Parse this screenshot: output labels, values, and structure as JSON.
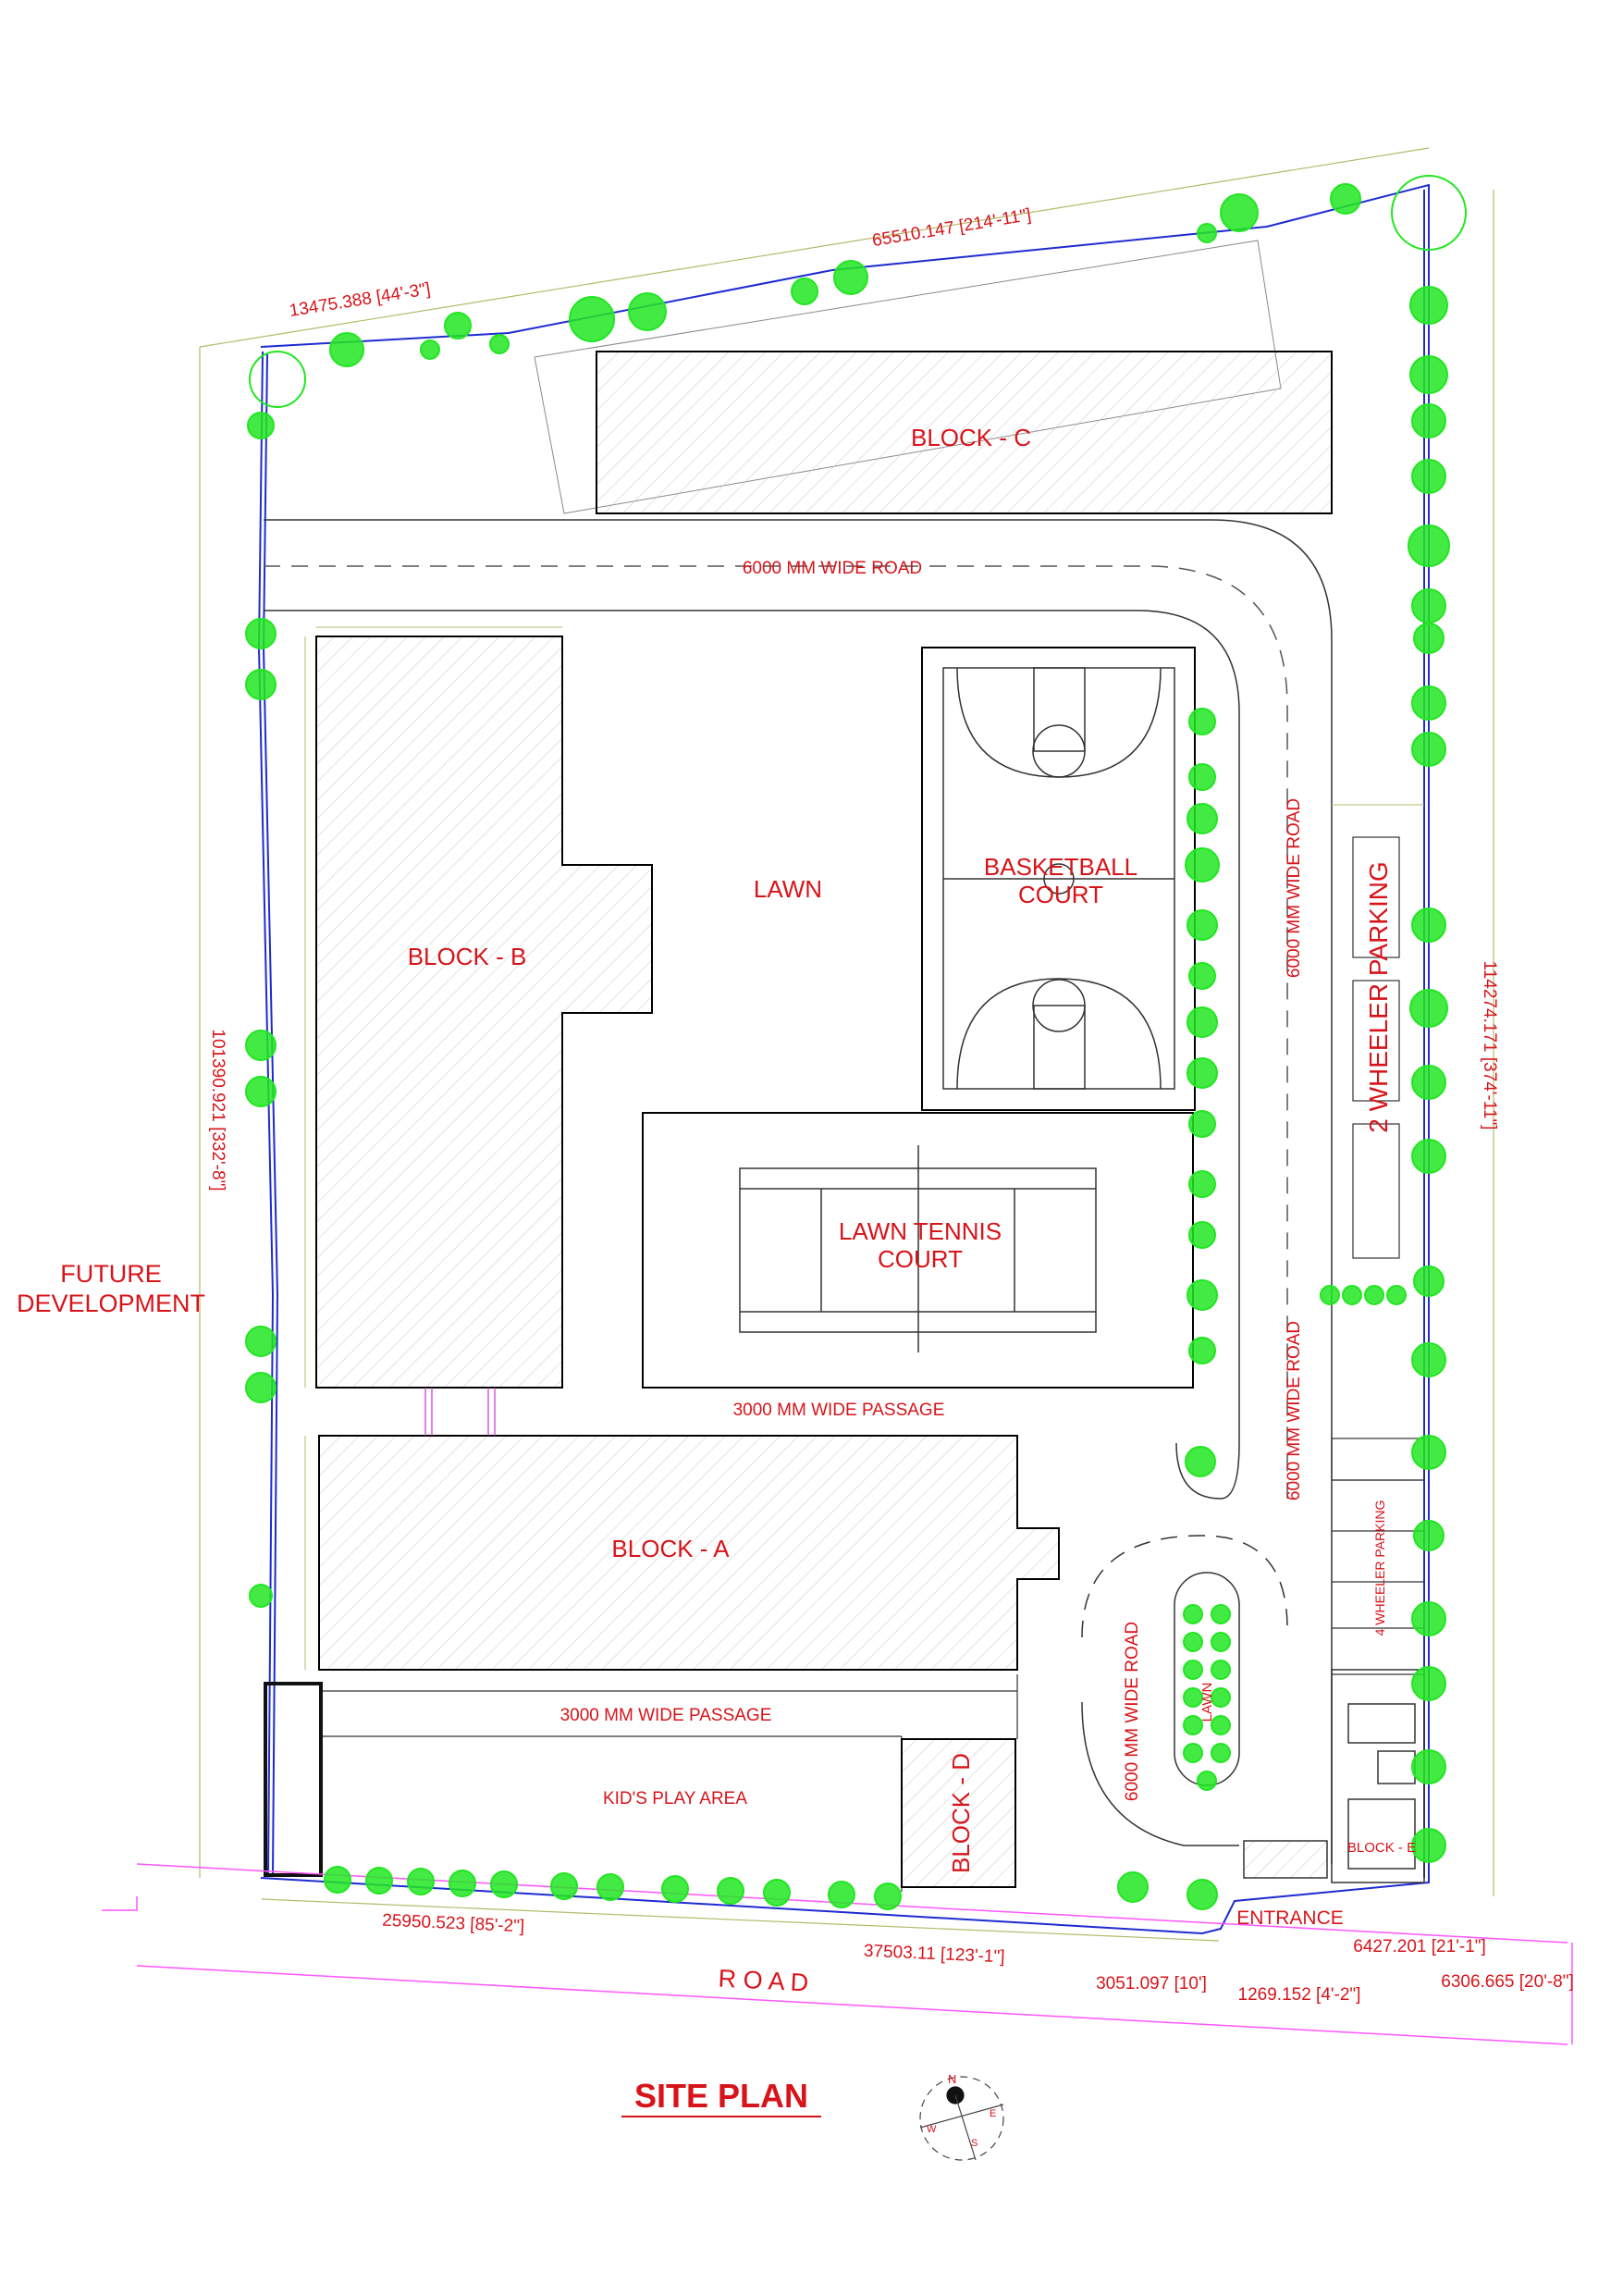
{
  "title": "SITE PLAN",
  "labels": {
    "block_a": "BLOCK - A",
    "block_b": "BLOCK - B",
    "block_c": "BLOCK - C",
    "block_d": "BLOCK - D",
    "block_e": "BLOCK - E",
    "lawn": "LAWN",
    "lawn_small": "LAWN",
    "basketball_line1": "BASKETBALL",
    "basketball_line2": "COURT",
    "tennis_line1": "LAWN TENNIS",
    "tennis_line2": "COURT",
    "road_top": "6000 MM WIDE ROAD",
    "road_right_upper": "6000 MM WIDE ROAD",
    "road_right_lower": "6000 MM WIDE ROAD",
    "road_loop": "6000 MM WIDE ROAD",
    "passage_upper": "3000 MM WIDE PASSAGE",
    "passage_lower": "3000 MM WIDE PASSAGE",
    "kids_play": "KID'S PLAY AREA",
    "two_wheeler": "2 WHEELER PARKING",
    "four_wheeler": "4 WHEELER PARKING",
    "entrance": "ENTRANCE",
    "future_line1": "FUTURE",
    "future_line2": "DEVELOPMENT",
    "road": "R O A D"
  },
  "dimensions": {
    "top_long": "65510.147 [214'-11\"]",
    "top_short": "13475.388 [44'-3\"]",
    "left": "101390.921 [332'-8\"]",
    "right": "114274.171 [374'-11\"]",
    "bottom_left": "25950.523 [85'-2\"]",
    "bottom_mid": "37503.11 [123'-1\"]",
    "bottom_entry": "3051.097 [10']",
    "bottom_gap": "1269.152 [4'-2\"]",
    "bottom_right_1": "6427.201 [21'-1\"]",
    "bottom_right_2": "6306.665 [20'-8\"]"
  },
  "compass": {
    "n": "N",
    "e": "E",
    "s": "S",
    "w": "W"
  },
  "colors": {
    "text": "#d7141a",
    "boundary": "#1f2bd1",
    "tree": "#22e622",
    "road_edge": "#ff55ff",
    "dim_line": "#b5b96a"
  }
}
